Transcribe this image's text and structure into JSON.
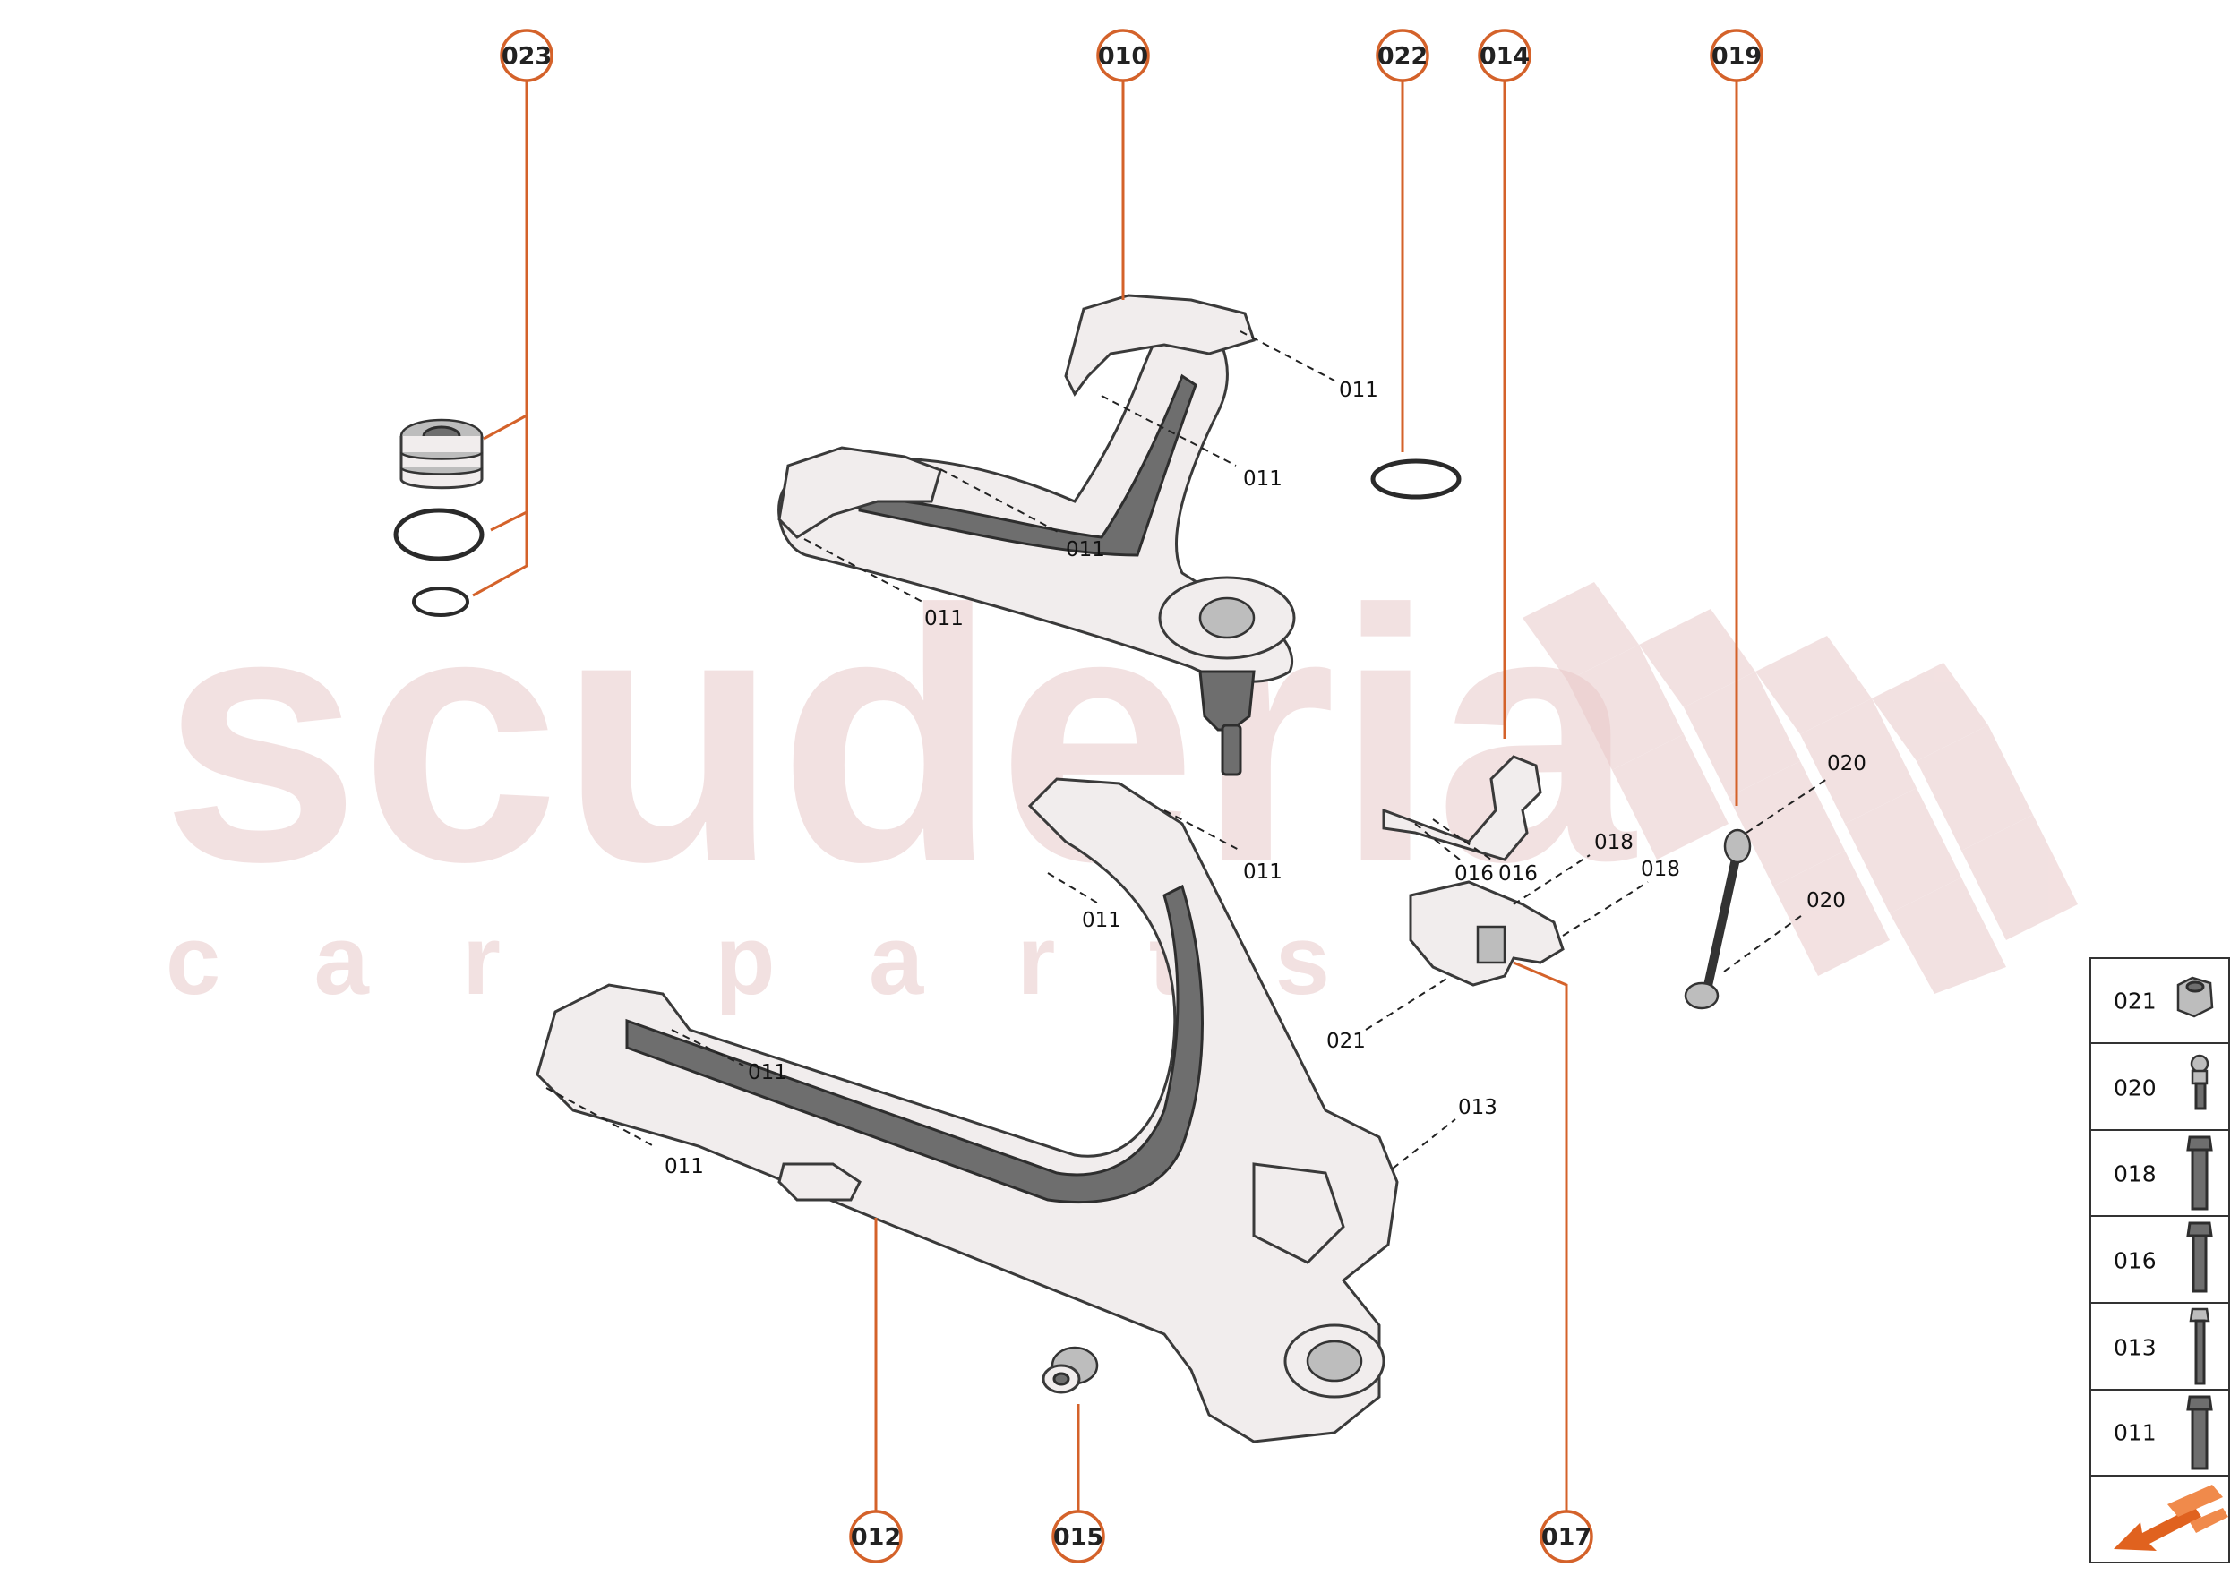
{
  "watermark": {
    "main": "scuderia",
    "sub": "car parts"
  },
  "callouts": [
    {
      "id": "023",
      "label": "023"
    },
    {
      "id": "010",
      "label": "010"
    },
    {
      "id": "022",
      "label": "022"
    },
    {
      "id": "014",
      "label": "014"
    },
    {
      "id": "019",
      "label": "019"
    },
    {
      "id": "012",
      "label": "012"
    },
    {
      "id": "015",
      "label": "015"
    },
    {
      "id": "017",
      "label": "017"
    }
  ],
  "refs": [
    {
      "label": "011"
    },
    {
      "label": "011"
    },
    {
      "label": "011"
    },
    {
      "label": "011"
    },
    {
      "label": "011"
    },
    {
      "label": "011"
    },
    {
      "label": "011"
    },
    {
      "label": "011"
    },
    {
      "label": "013"
    },
    {
      "label": "016"
    },
    {
      "label": "016"
    },
    {
      "label": "018"
    },
    {
      "label": "018"
    },
    {
      "label": "020"
    },
    {
      "label": "020"
    },
    {
      "label": "021"
    }
  ],
  "legend": [
    {
      "code": "021",
      "icon": "flange-nut-icon"
    },
    {
      "code": "020",
      "icon": "ball-stud-icon"
    },
    {
      "code": "018",
      "icon": "flange-bolt-icon"
    },
    {
      "code": "016",
      "icon": "flange-bolt-icon"
    },
    {
      "code": "013",
      "icon": "long-bolt-icon"
    },
    {
      "code": "011",
      "icon": "flange-bolt-icon"
    }
  ],
  "legend_footer_icon": "orange-arrow-icon",
  "colors": {
    "accent": "#d4622a",
    "watermark": "#e9c9c9",
    "line": "#222222"
  }
}
